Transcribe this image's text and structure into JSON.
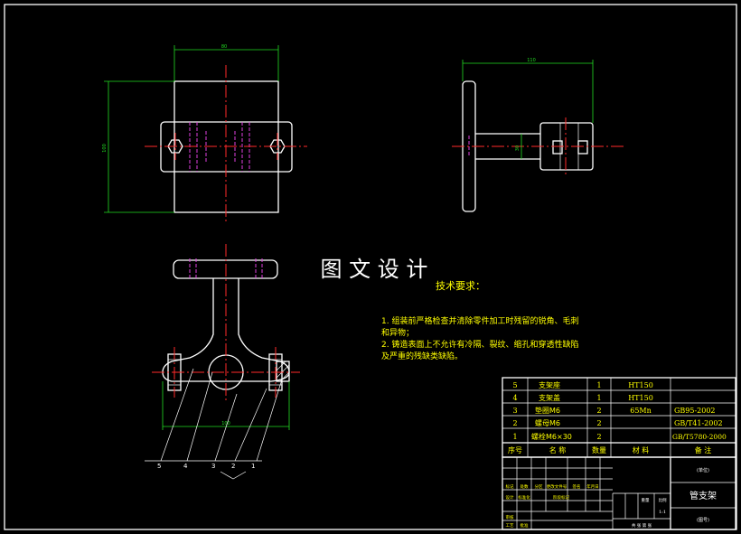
{
  "watermark": "图 文 设 计",
  "views": {
    "front": {
      "dim_width": "80",
      "dim_height": "100"
    },
    "side": {
      "dim_length": "110",
      "dim_pipe": "30"
    },
    "top": {
      "dim_base": "100"
    }
  },
  "balloons": [
    "5",
    "4",
    "3",
    "2",
    "1"
  ],
  "notes": {
    "title": "技术要求：",
    "line1": "1. 组装前严格检查并清除零件加工时残留的锐角、毛刺",
    "line2": "和异物；",
    "line3": "2. 铸造表面上不允许有冷隔、裂纹、缩孔和穿透性缺陷",
    "line4": "及严重的残缺类缺陷。"
  },
  "bom": {
    "rows": [
      {
        "no": "5",
        "name": "支架座",
        "qty": "1",
        "material": "HT150",
        "remark": ""
      },
      {
        "no": "4",
        "name": "支架盖",
        "qty": "1",
        "material": "HT150",
        "remark": ""
      },
      {
        "no": "3",
        "name": "垫圈M6",
        "qty": "2",
        "material": "65Mn",
        "remark": "GB95-2002"
      },
      {
        "no": "2",
        "name": "螺母M6",
        "qty": "2",
        "material": "",
        "remark": "GB/T41-2002"
      },
      {
        "no": "1",
        "name": "螺栓M6×30",
        "qty": "2",
        "material": "",
        "remark": "GB/T5780-2000"
      }
    ],
    "header": {
      "no": "序号",
      "name": "名    称",
      "qty": "数量",
      "material": "材    料",
      "remark": "备    注"
    }
  },
  "title_block": {
    "drawing_name": "管支架",
    "unit": "(单位)",
    "code": "(图号)",
    "scale_label": "比例",
    "scale": "1:1",
    "weight_label": "重量",
    "sheet": "共  张  第  张",
    "labels": [
      "标记",
      "处数",
      "分区",
      "更改文件号",
      "签名",
      "年月日",
      "设计",
      "审核",
      "工艺",
      "标准化",
      "批准",
      "阶段标记"
    ]
  },
  "colors": {
    "background": "#000000",
    "outline": "#ffffff",
    "center": "#ff2a2a",
    "hidden": "#e040e0",
    "dimension": "#22dd22",
    "text": "#ffff00"
  }
}
